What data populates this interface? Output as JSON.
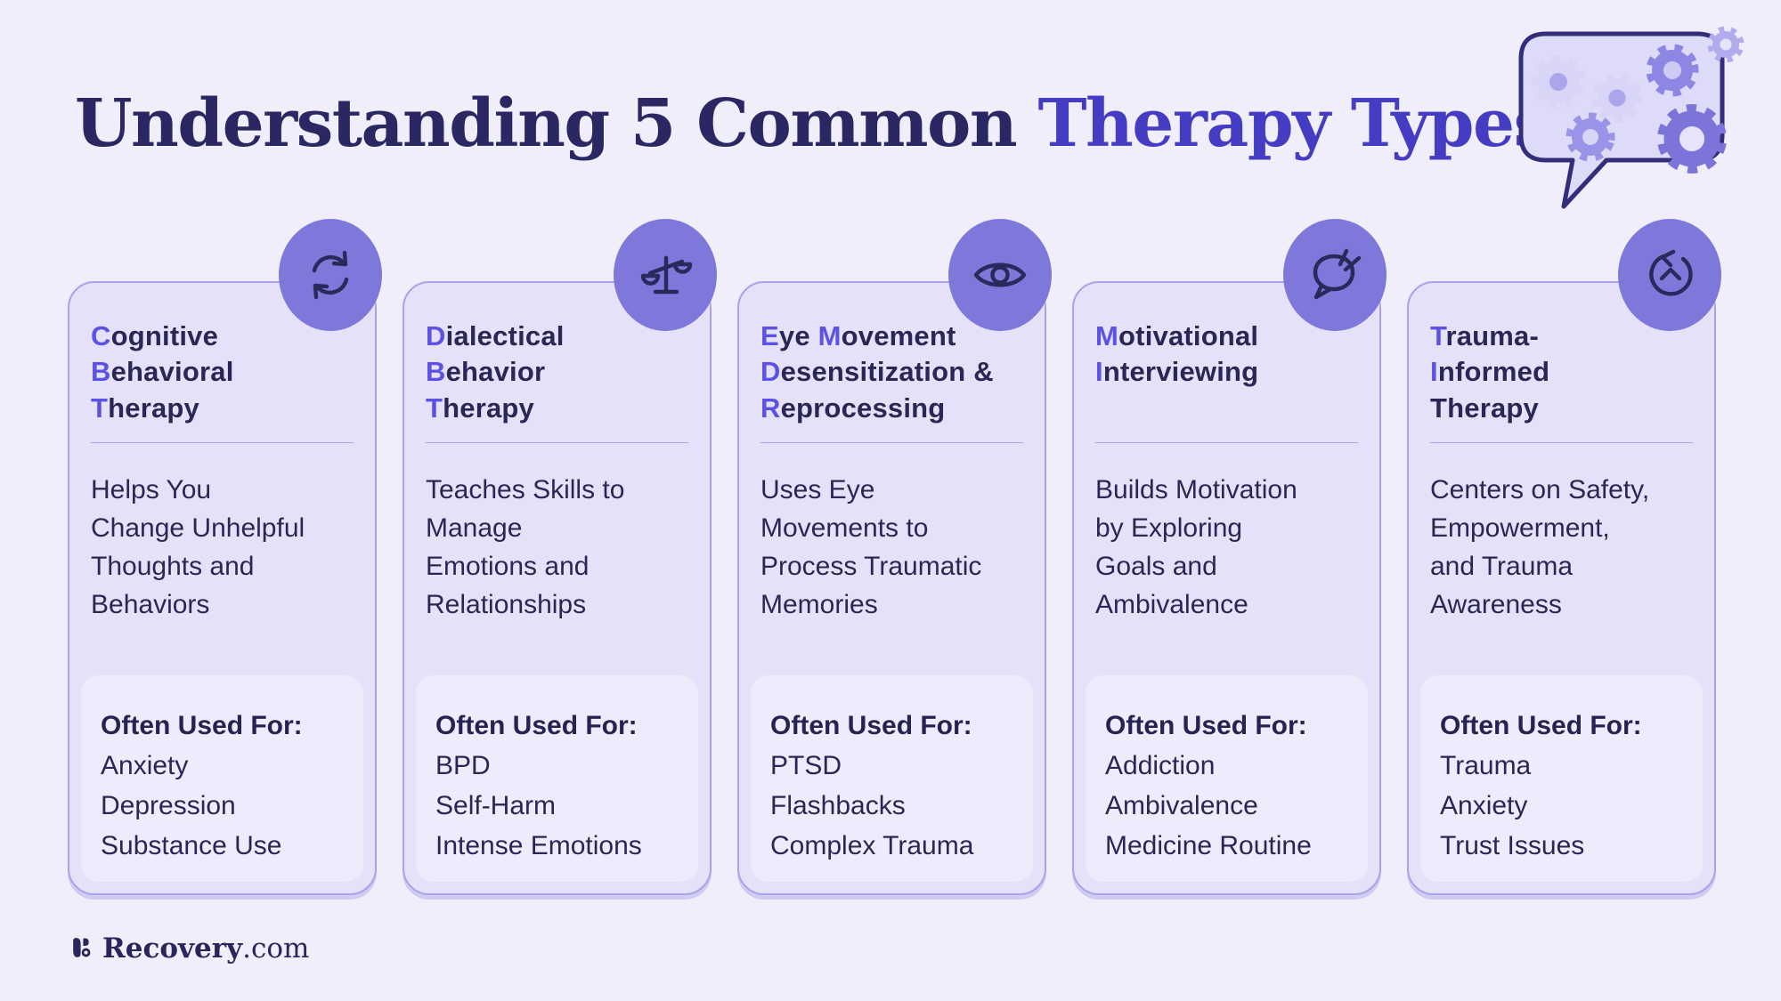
{
  "header": {
    "title_regular": "Understanding 5 Common ",
    "title_highlight": "Therapy Types"
  },
  "illustration": {
    "name": "gears-speech-bubble"
  },
  "cards": [
    {
      "icon": "cycle-icon",
      "title_lines": [
        [
          {
            "t": "C",
            "h": true
          },
          {
            "t": "ognitive",
            "h": false
          }
        ],
        [
          {
            "t": "B",
            "h": true
          },
          {
            "t": "ehavioral",
            "h": false
          }
        ],
        [
          {
            "t": "T",
            "h": true
          },
          {
            "t": "herapy",
            "h": false
          }
        ]
      ],
      "description_lines": [
        "Helps You",
        "Change Unhelpful",
        "Thoughts and",
        "Behaviors"
      ],
      "often_label": "Often Used For:",
      "uses": [
        "Anxiety",
        "Depression",
        "Substance Use"
      ]
    },
    {
      "icon": "scale-icon",
      "title_lines": [
        [
          {
            "t": "D",
            "h": true
          },
          {
            "t": "ialectical",
            "h": false
          }
        ],
        [
          {
            "t": "B",
            "h": true
          },
          {
            "t": "ehavior",
            "h": false
          }
        ],
        [
          {
            "t": "T",
            "h": true
          },
          {
            "t": "herapy",
            "h": false
          }
        ]
      ],
      "description_lines": [
        "Teaches Skills to",
        "Manage",
        "Emotions and",
        "Relationships"
      ],
      "often_label": "Often Used For:",
      "uses": [
        "BPD",
        "Self-Harm",
        "Intense Emotions"
      ]
    },
    {
      "icon": "eye-icon",
      "title_lines": [
        [
          {
            "t": "E",
            "h": true
          },
          {
            "t": "ye ",
            "h": false
          },
          {
            "t": "M",
            "h": true
          },
          {
            "t": "ovement",
            "h": false
          }
        ],
        [
          {
            "t": "D",
            "h": true
          },
          {
            "t": "esensitization &",
            "h": false
          }
        ],
        [
          {
            "t": "R",
            "h": true
          },
          {
            "t": "eprocessing",
            "h": false
          }
        ]
      ],
      "description_lines": [
        "Uses Eye",
        "Movements to",
        "Process Traumatic",
        "Memories"
      ],
      "often_label": "Often Used For:",
      "uses": [
        "PTSD",
        "Flashbacks",
        "Complex Trauma"
      ]
    },
    {
      "icon": "chat-icon",
      "title_lines": [
        [
          {
            "t": "M",
            "h": true
          },
          {
            "t": "otivational",
            "h": false
          }
        ],
        [
          {
            "t": "I",
            "h": true
          },
          {
            "t": "nterviewing",
            "h": false
          }
        ]
      ],
      "description_lines": [
        "Builds Motivation",
        "by Exploring",
        "Goals and",
        "Ambivalence"
      ],
      "often_label": "Often Used For:",
      "uses": [
        "Addiction",
        "Ambivalence",
        "Medicine Routine"
      ]
    },
    {
      "icon": "restore-icon",
      "title_lines": [
        [
          {
            "t": "T",
            "h": true
          },
          {
            "t": "rauma-",
            "h": false
          }
        ],
        [
          {
            "t": "I",
            "h": true
          },
          {
            "t": "nformed",
            "h": false
          }
        ],
        [
          {
            "t": "Therapy",
            "h": false
          }
        ]
      ],
      "description_lines": [
        "Centers on Safety,",
        "Empowerment,",
        "and Trauma",
        "Awareness"
      ],
      "often_label": "Often Used For:",
      "uses": [
        "Trauma",
        "Anxiety",
        "Trust Issues"
      ]
    }
  ],
  "footer": {
    "brand": "Recovery",
    "tld": ".com"
  },
  "colors": {
    "page_bg": "#f0eefb",
    "card_bg": "#e4e1f9",
    "card_border": "#a9a3ea",
    "inner_box_bg": "#eeebfc",
    "icon_circle": "#7d78da",
    "icon_stroke": "#272a5a",
    "text_navy": "#2b2755",
    "accent_purple": "#5b51e4",
    "headline_navy": "#2b2763",
    "headline_purple": "#453cc4"
  }
}
